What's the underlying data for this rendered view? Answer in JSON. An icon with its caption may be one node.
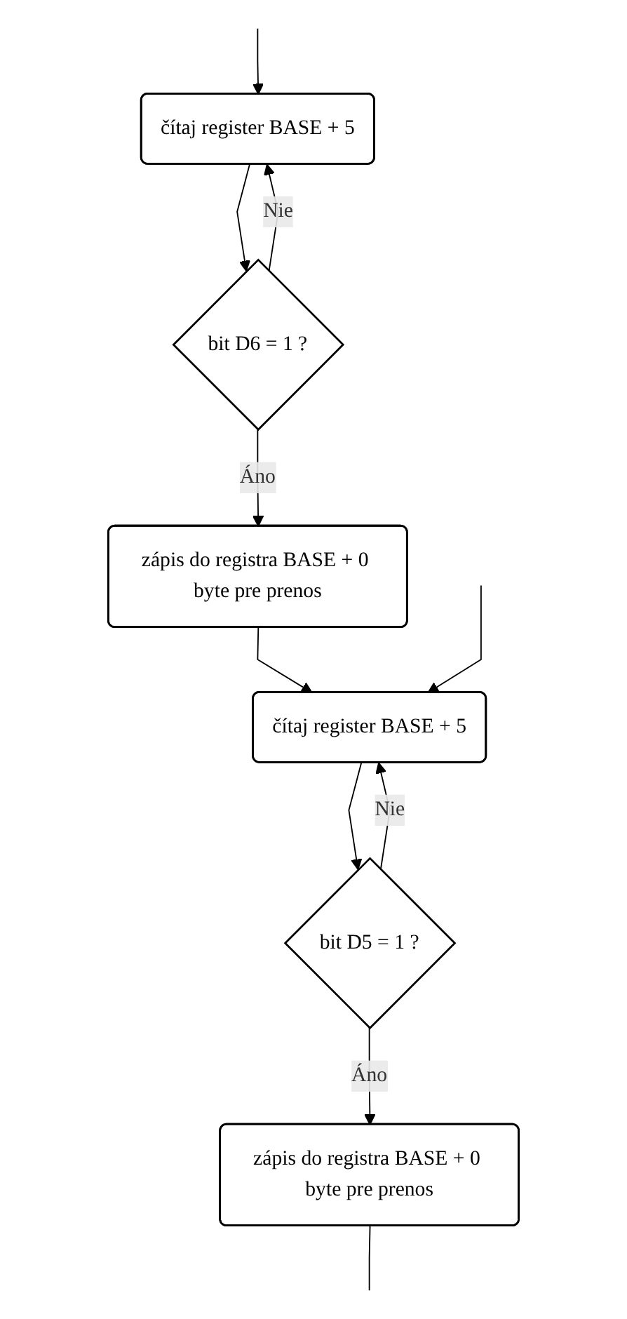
{
  "diagram": {
    "nodes": [
      {
        "text": [
          "čítaj register BASE + 5"
        ]
      },
      {
        "text": [
          "bit D6 = 1 ?"
        ]
      },
      {
        "text": [
          "zápis do registra BASE + 0 byte pre prenos"
        ]
      },
      {
        "text": [
          "čítaj register BASE + 5"
        ]
      },
      {
        "text": [
          "bit D5 = 1 ?"
        ]
      },
      {
        "text": [
          "zápis do registra BASE + 0 byte pre prenos"
        ]
      }
    ],
    "edges": [
      {
        "from": null,
        "to": 0,
        "arrow": "to"
      },
      {
        "from": 0,
        "to": 1,
        "arrow": "to"
      },
      {
        "from": 1,
        "to": 0,
        "arrow": "to",
        "label": "Nie"
      },
      {
        "from": 1,
        "to": 2,
        "arrow": "to",
        "label": "Áno"
      },
      {
        "from": 2,
        "to": 3,
        "arrow": "to"
      },
      {
        "from": 3,
        "to": 4,
        "arrow": "to"
      },
      {
        "from": 4,
        "to": 3,
        "arrow": "to",
        "label": "Nie"
      },
      {
        "from": null,
        "to": 3,
        "arrow": "to"
      },
      {
        "from": 4,
        "to": 5,
        "arrow": "to",
        "label": "Áno"
      },
      {
        "from": 5,
        "to": null,
        "arrow": "none"
      }
    ]
  }
}
